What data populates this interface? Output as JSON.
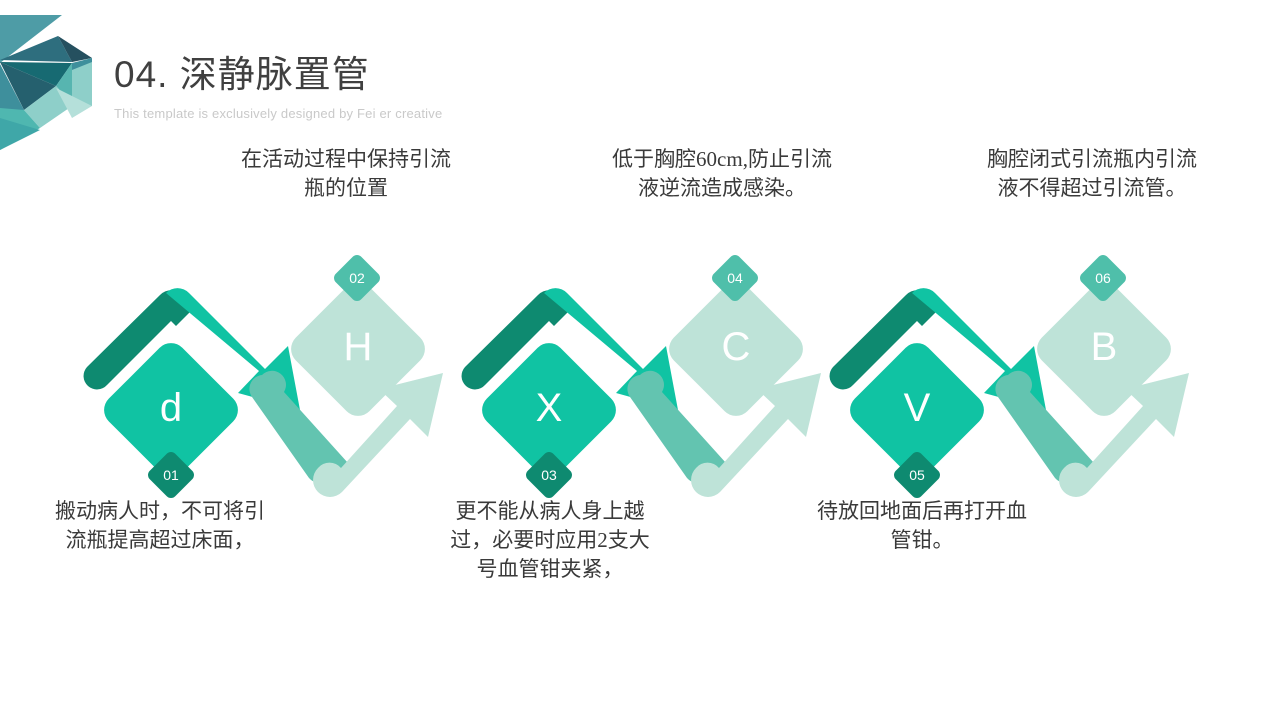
{
  "header": {
    "title": "04. 深静脉置管",
    "subtitle": "This template is exclusively designed by Fei er creative"
  },
  "colors": {
    "dark_teal": "#0E8A70",
    "primary_teal": "#10C3A3",
    "mid_teal": "#63C4B0",
    "light_mint": "#BEE3D8",
    "title_text": "#404040",
    "subtitle_text": "#c9c9c9",
    "body_text": "#3a3a3a",
    "logo_1": "#4E9CA6",
    "logo_2": "#2E6E7E",
    "logo_3": "#176A72",
    "logo_4": "#25505F",
    "logo_5": "#3E8F9C",
    "logo_6": "#57B5B0",
    "logo_7": "#8ECFC9",
    "logo_8": "#B5E0DA",
    "logo_9": "#1F7C86"
  },
  "steps": [
    {
      "number": "01",
      "letter": "d",
      "text": "搬动病人时，不可将引流瓶提高超过床面，",
      "position": "bottom",
      "tone": "primary"
    },
    {
      "number": "02",
      "letter": "H",
      "text": "在活动过程中保持引流瓶的位置",
      "position": "top",
      "tone": "light"
    },
    {
      "number": "03",
      "letter": "X",
      "text": "更不能从病人身上越过，必要时应用2支大号血管钳夹紧，",
      "position": "bottom",
      "tone": "primary"
    },
    {
      "number": "04",
      "letter": "C",
      "text": "低于胸腔60cm,防止引流液逆流造成感染。",
      "position": "top",
      "tone": "light"
    },
    {
      "number": "05",
      "letter": "V",
      "text": "待放回地面后再打开血管钳。",
      "position": "bottom",
      "tone": "primary"
    },
    {
      "number": "06",
      "letter": "B",
      "text": "胸腔闭式引流瓶内引流液不得超过引流管。",
      "position": "top",
      "tone": "light"
    }
  ]
}
